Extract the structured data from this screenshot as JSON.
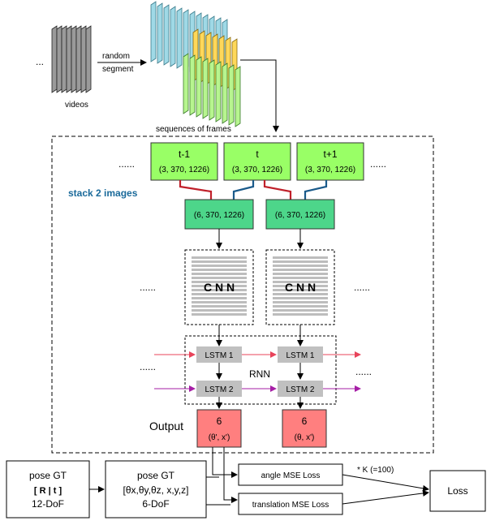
{
  "top": {
    "ellipsis_left": "...",
    "videos_label": "videos",
    "random_label": "random",
    "segment_label": "segment",
    "sequences_label": "sequences of frames"
  },
  "frames": {
    "ellipsis_left": "......",
    "ellipsis_right": "......",
    "items": [
      {
        "label": "t-1",
        "dims": "(3, 370, 1226)"
      },
      {
        "label": "t",
        "dims": "(3, 370, 1226)"
      },
      {
        "label": "t+1",
        "dims": "(3, 370, 1226)"
      }
    ]
  },
  "stack": {
    "label": "stack 2 images",
    "items": [
      {
        "dims": "(6, 370, 1226)"
      },
      {
        "dims": "(6, 370, 1226)"
      }
    ]
  },
  "cnn": {
    "label": "C N N",
    "ellipsis_left": "......",
    "ellipsis_right": "......"
  },
  "rnn": {
    "label": "RNN",
    "lstm1": "LSTM 1",
    "lstm2": "LSTM 2",
    "ellipsis_left": "......",
    "ellipsis_right": "......"
  },
  "output": {
    "label": "Output",
    "items": [
      {
        "value": "6",
        "sub": "(θ', x')"
      },
      {
        "value": "6",
        "sub": "(θ, x')"
      }
    ]
  },
  "bottom": {
    "pose_gt1_title": "pose GT",
    "pose_gt1_matrix": "[ R | t ]",
    "pose_gt1_dof": "12-DoF",
    "pose_gt2_title": "pose GT",
    "pose_gt2_vector": "[θx,θy,θz, x,y,z]",
    "pose_gt2_dof": "6-DoF",
    "angle_loss": "angle MSE Loss",
    "translation_loss": "translation MSE Loss",
    "k_label": "* K (=100)",
    "loss": "Loss"
  },
  "colors": {
    "green_box": "#99ff66",
    "stack_box": "#4dd68a",
    "lstm_box": "#c0c0c0",
    "output_box": "#ff7f7f",
    "cyan_frame": "#9fd9e6",
    "yellow_frame": "#ffd85a",
    "light_green_frame": "#b7f58f",
    "red_arrow": "#e8435a",
    "purple_arrow": "#a61ea6",
    "red_connector": "#c0202a",
    "blue_connector": "#1a5a8a",
    "stack_label": "#1a6a9a"
  }
}
